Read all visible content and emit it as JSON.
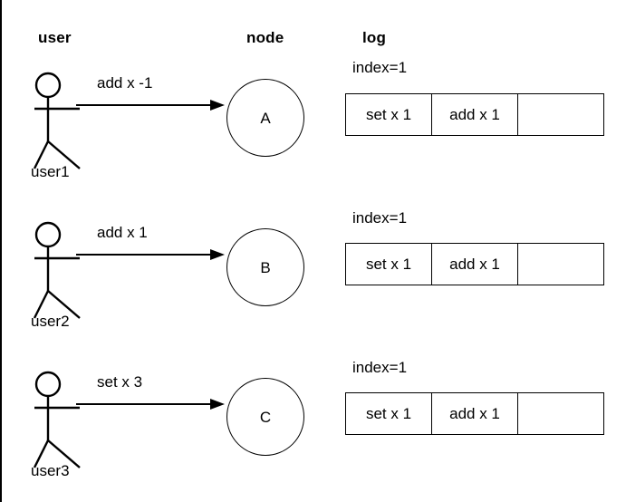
{
  "diagram": {
    "title_columns": {
      "user": "user",
      "node": "node",
      "log": "log"
    },
    "rows": [
      {
        "actor_label": "user1",
        "actor_icon": "stick-figure-actor-icon",
        "arrow_icon": "right-arrow-icon",
        "arrow_label": "add x -1",
        "node_label": "A",
        "index_label": "index=1",
        "log_cells": [
          "set x 1",
          "add x 1",
          ""
        ]
      },
      {
        "actor_label": "user2",
        "actor_icon": "stick-figure-actor-icon",
        "arrow_icon": "right-arrow-icon",
        "arrow_label": "add x 1",
        "node_label": "B",
        "index_label": "index=1",
        "log_cells": [
          "set x 1",
          "add x 1",
          ""
        ]
      },
      {
        "actor_label": "user3",
        "actor_icon": "stick-figure-actor-icon",
        "arrow_icon": "right-arrow-icon",
        "arrow_label": "set x 3",
        "node_label": "C",
        "index_label": "index=1",
        "log_cells": [
          "set x 1",
          "add x 1",
          ""
        ]
      }
    ],
    "colors": {
      "stroke": "#000000",
      "background": "#ffffff"
    }
  }
}
